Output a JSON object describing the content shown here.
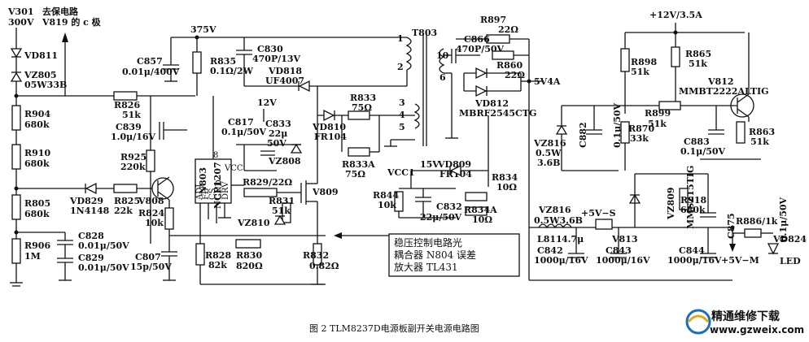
{
  "caption": "图 2  TLM8237D电源板副开关电源电路图",
  "watermark": {
    "title": "精通维修下载",
    "url": "www.gzweix.com",
    "color": "#1a6fb5"
  },
  "note_box": {
    "lines": [
      "稳压控制电路光",
      "耦合器 N804 误差",
      "放大器 TL431"
    ]
  },
  "labels": {
    "v301": "V301",
    "v301v": "300V",
    "qubao": "去保电路",
    "v819": "V819 的 c 极",
    "vd811": "VD811",
    "vz805": "VZ805",
    "vz805v": "05W33B",
    "r904": "R904",
    "r904v": "680k",
    "r910": "R910",
    "r910v": "680k",
    "r805": "R805",
    "r805v": "680k",
    "r906": "R906",
    "r906v": "1M",
    "v375": "375V",
    "c857": "C857",
    "c857v": "0.01μ/400V",
    "r835": "R835",
    "r835v": "0.1Ω/2W",
    "c830": "C830",
    "c830v": "470P/13V",
    "vd818": "VD818",
    "vd818v": "UF4007",
    "t803": "T803",
    "pin1": "1",
    "pin2": "2",
    "pin3": "3",
    "pin4": "4",
    "pin5": "5",
    "pin6": "6",
    "pin10": "10",
    "r826": "R826",
    "r826v": "51k",
    "c839": "C839",
    "c839v": "1.0μ/16V",
    "r925": "R925",
    "r925v": "220k",
    "n803": "N803",
    "ncp": "NCP1207",
    "pins": [
      "ADJ",
      "FB",
      "CS",
      "GND",
      "DRV",
      "VCC",
      "8"
    ],
    "c817": "C817",
    "c817v": "0.1μ/50V",
    "c833": "C833",
    "c833v1": "22μ",
    "c833v2": "50V",
    "v12": "12V",
    "vz808": "VZ808",
    "r829": "R829/22Ω",
    "r831": "R831",
    "r831v": "51k",
    "v809": "V809",
    "vz810": "VZ810",
    "vd829": "VD829",
    "vd829v": "1N4148",
    "r825": "R825",
    "r825v": "22k",
    "v808": "V808",
    "r824": "R824",
    "r824v": "10k",
    "c828": "C828",
    "c828v": "0.01μ/50V",
    "c829": "C829",
    "c829v": "0.01μ/50V",
    "c807": "C807",
    "c807v": "15p/50V",
    "r828": "R828",
    "r828v": "82k",
    "r830": "R830",
    "r830v": "820Ω",
    "r832": "R832",
    "r832v": "0.82Ω",
    "r833": "R833",
    "r833v": "75Ω",
    "r833a": "R833A",
    "r833av": "75Ω",
    "vd810": "VD810",
    "vd810v": "FR104",
    "r897": "R897",
    "r897v": "22Ω",
    "c866": "C866",
    "c866v": "470P/50V",
    "r860": "R860",
    "r860v": "22Ω",
    "v5v4a": "5V4A",
    "vd812": "VD812",
    "vd812v": "MBRF2545CTG",
    "v15": "15V",
    "vd809": "VD809",
    "vd809v": "FR104",
    "vcc1": "VCC1",
    "r844": "R844",
    "r844v": "10k",
    "c832": "C832",
    "c832v": "22μ/50V",
    "r834": "R834",
    "r834v": "10Ω",
    "r834a": "R834A",
    "r834av": "10Ω",
    "v12v": "+12V/3.5A",
    "r865": "R865",
    "r865v": "51k",
    "r898": "R898",
    "r898v": "51k",
    "v812": "V812",
    "v812v": "MMBT2222ALTIG",
    "r899": "R899",
    "r899v": "51k",
    "vz816a": "VZ816",
    "vz816av1": "0.5W",
    "vz816av2": "3.6B",
    "c882": "C882",
    "c882v": "0.1μ/50V",
    "r870": "R870",
    "r870v": "33k",
    "c883": "C883",
    "c883v": "0.1μ/50V",
    "r863": "R863",
    "r863v": "51k",
    "vz809": "VZ809",
    "vz809v": "MMSZ15TIG",
    "r918": "R918",
    "r918v": "680k",
    "c875": "C875",
    "c875v": "0.1μ/50V",
    "vz816": "VZ816",
    "vz816v": "0.5W3.6B",
    "l811": "L811",
    "l811v": "4.7μ",
    "c842": "C842",
    "c842v": "1000μ/16V",
    "v5s": "+5V−S",
    "v813": "V813",
    "c843": "C843",
    "c843v": "1000μ/16V",
    "c844": "C844",
    "c844v": "1000μ/16V",
    "v5m": "+5V−M",
    "r886": "R886/1k",
    "vd824": "VD824",
    "led": "LED"
  }
}
